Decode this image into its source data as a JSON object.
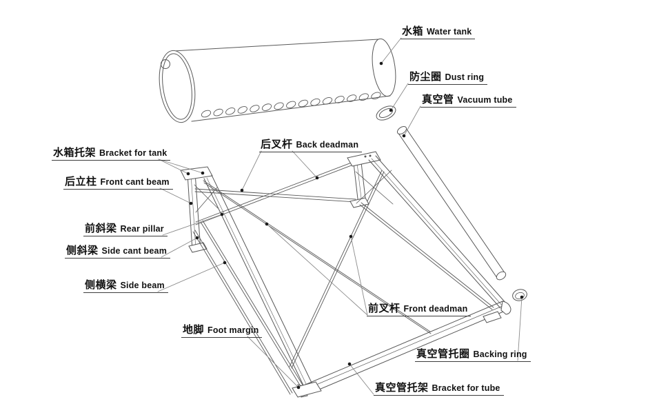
{
  "figure": {
    "type": "technical-exploded-diagram",
    "subject": "solar water heater parts",
    "background_color": "#ffffff",
    "line_color": "#575757",
    "leader_color": "#8a8a8a",
    "text_color": "#111111"
  },
  "labels": [
    {
      "id": "water-tank",
      "zh": "水箱",
      "en": "Water tank"
    },
    {
      "id": "dust-ring",
      "zh": "防尘圈",
      "en": "Dust ring"
    },
    {
      "id": "vacuum-tube",
      "zh": "真空管",
      "en": "Vacuum tube"
    },
    {
      "id": "bracket-for-tank",
      "zh": "水箱托架",
      "en": "Bracket for tank"
    },
    {
      "id": "front-cant-beam",
      "zh": "后立柱",
      "en": "Front cant beam"
    },
    {
      "id": "rear-pillar",
      "zh": "前斜梁",
      "en": "Rear pillar"
    },
    {
      "id": "side-cant-beam",
      "zh": "侧斜梁",
      "en": "Side cant beam"
    },
    {
      "id": "side-beam",
      "zh": "侧横梁",
      "en": "Side beam"
    },
    {
      "id": "back-deadman",
      "zh": "后叉杆",
      "en": "Back deadman"
    },
    {
      "id": "front-deadman",
      "zh": "前叉杆",
      "en": "Front deadman"
    },
    {
      "id": "foot-margin",
      "zh": "地脚",
      "en": "Foot margin"
    },
    {
      "id": "backing-ring",
      "zh": "真空管托圈",
      "en": "Backing ring"
    },
    {
      "id": "bracket-for-tube",
      "zh": "真空管托架",
      "en": "Bracket for tube"
    }
  ]
}
